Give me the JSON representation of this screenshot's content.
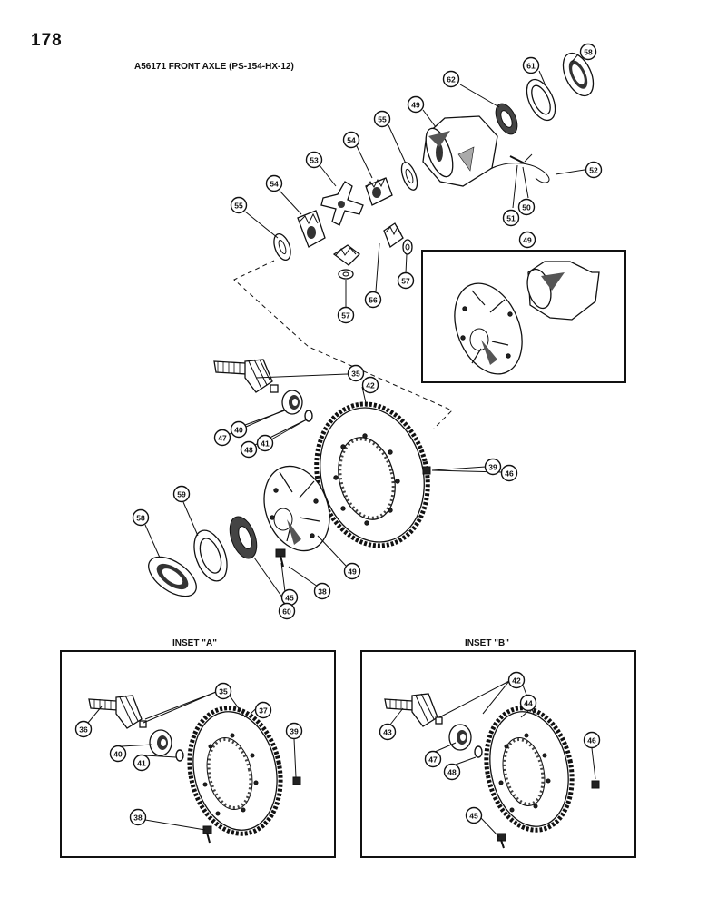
{
  "page_number": "178",
  "title": "A56171 FRONT AXLE (PS-154-HX-12)",
  "insets": [
    {
      "title": "INSET \"A\""
    },
    {
      "title": "INSET \"B\""
    }
  ],
  "callouts": [
    "58",
    "61",
    "62",
    "49",
    "55",
    "54",
    "53",
    "54",
    "55",
    "52",
    "50",
    "51",
    "49",
    "56",
    "57",
    "57",
    "35",
    "42",
    "47",
    "40",
    "48",
    "41",
    "39",
    "46",
    "59",
    "58",
    "49",
    "38",
    "45",
    "60",
    "35",
    "36",
    "37",
    "40",
    "41",
    "39",
    "38",
    "42",
    "43",
    "44",
    "47",
    "48",
    "46",
    "45"
  ]
}
